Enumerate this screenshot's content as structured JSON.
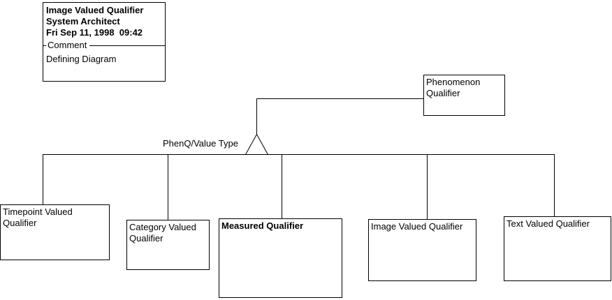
{
  "canvas": {
    "background": "#ffffff",
    "line_color": "#000000"
  },
  "title_box": {
    "diagram_name": "Image Valued Qualifier",
    "tool_name": "System Architect",
    "timestamp": "Fri Sep 11, 1998  09:42",
    "section_label": "Comment",
    "comment_text": "Defining Diagram"
  },
  "relationship": {
    "label": "PhenQ/Value Type",
    "symbol": "inheritance-triangle"
  },
  "parent_node": {
    "label": "Phenomenon Qualifier"
  },
  "child_nodes": [
    {
      "label": "Timepoint Valued Qualifier",
      "bold": false
    },
    {
      "label": "Category Valued Qualifier",
      "bold": false
    },
    {
      "label": "Measured Qualifier",
      "bold": true
    },
    {
      "label": "Image Valued Qualifier",
      "bold": false
    },
    {
      "label": "Text Valued Qualifier",
      "bold": false
    }
  ]
}
